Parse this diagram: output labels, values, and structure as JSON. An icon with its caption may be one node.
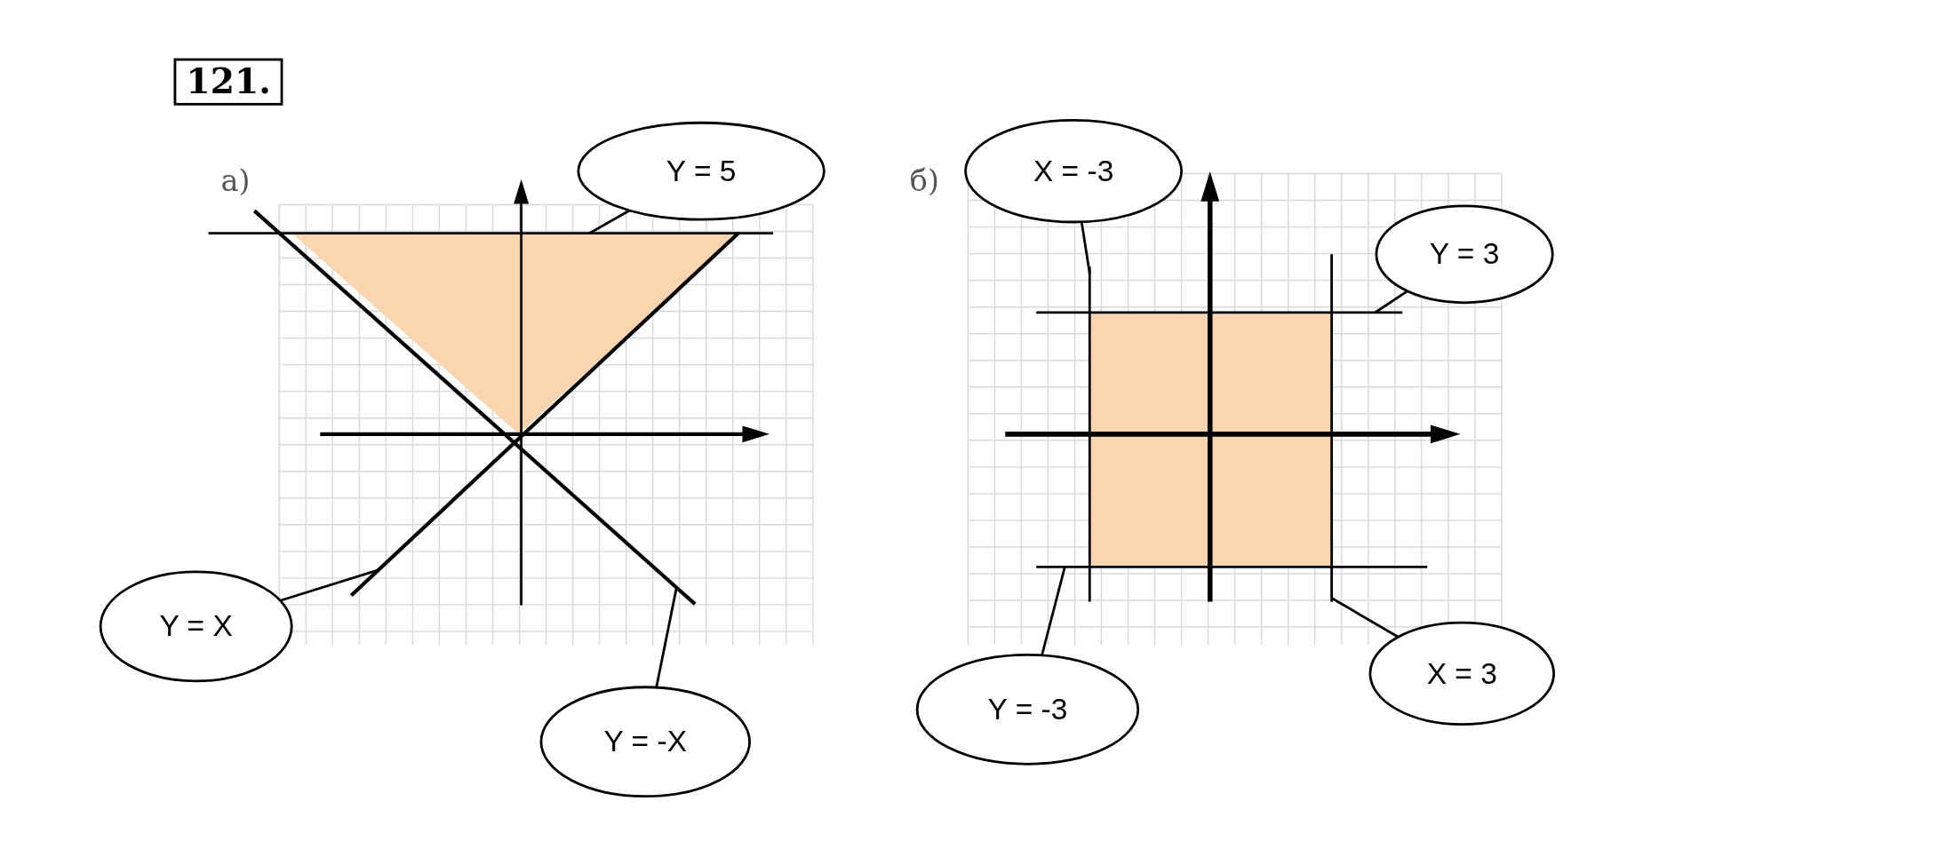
{
  "diagram": {
    "title": "121.",
    "nodes": [
      {
        "text": [
          "Y = 5"
        ]
      },
      {
        "text": [],
        "shape": "line"
      },
      {
        "text": [
          "Y = X"
        ]
      },
      {
        "text": [],
        "shape": "line"
      },
      {
        "text": [
          "Y = -X"
        ]
      },
      {
        "text": [],
        "shape": "line"
      },
      {
        "text": [
          "X = -3"
        ]
      },
      {
        "text": [],
        "shape": "line"
      },
      {
        "text": [
          "Y = 3"
        ]
      },
      {
        "text": [],
        "shape": "line"
      },
      {
        "text": [
          "Y = -3"
        ]
      },
      {
        "text": [],
        "shape": "line"
      },
      {
        "text": [
          "X = 3"
        ]
      },
      {
        "text": [],
        "shape": "line"
      }
    ],
    "edges": [
      {
        "from": 0,
        "to": 1,
        "arrow": "none"
      },
      {
        "from": 2,
        "to": 3,
        "arrow": "none"
      },
      {
        "from": 4,
        "to": 5,
        "arrow": "none"
      },
      {
        "from": 6,
        "to": 7,
        "arrow": "none"
      },
      {
        "from": 8,
        "to": 9,
        "arrow": "none"
      },
      {
        "from": 10,
        "to": 11,
        "arrow": "none"
      },
      {
        "from": 12,
        "to": 13,
        "arrow": "none"
      }
    ],
    "labels": [
      "а)",
      "б)"
    ]
  }
}
